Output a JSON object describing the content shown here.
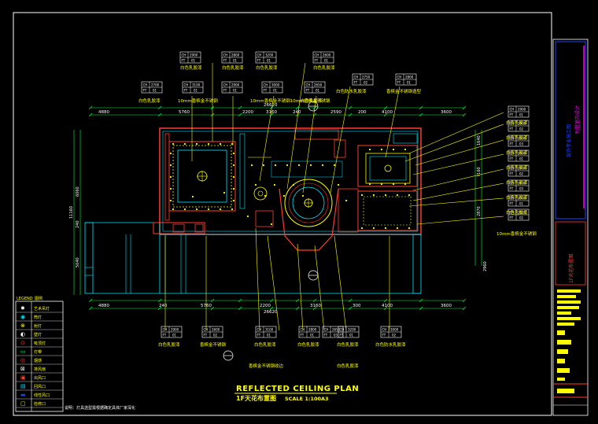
{
  "title": {
    "main": "REFLECTED CEILING PLAN",
    "sub_cn": "1F天花布置图",
    "scale": "SCALE 1:100A3"
  },
  "dimensions": {
    "top_total": "26620",
    "top_segments": [
      "4880",
      "5760",
      "2200",
      "3160",
      "2200",
      "4100",
      "3600"
    ],
    "top_misc": [
      "240",
      "2590",
      "200"
    ],
    "bottom_total": "26620",
    "bottom_segments": [
      "4880",
      "240",
      "5760",
      "2200",
      "3160",
      "300",
      "4100",
      "3600"
    ],
    "left_total": "11160",
    "left_segments": [
      "6060",
      "5040",
      "240"
    ],
    "right_segments": [
      "7160",
      "2870",
      "1640"
    ],
    "right_total": "2960"
  },
  "tag_labels": {
    "ch": "CH",
    "ft": "FT",
    "heights": [
      "2900",
      "2800",
      "3200",
      "2600",
      "2700",
      "3100",
      "3000",
      "2650",
      "2750"
    ],
    "finish_codes": [
      "01",
      "02",
      "03"
    ]
  },
  "notes": {
    "white_latex": "白色乳胶漆",
    "wp_latex": "白色防水乳胶漆",
    "gold_steel": "香槟金不锈钢",
    "gold_steel_10": "10mm香槟金不锈钢",
    "gold_steel_shape": "香槟金不锈钢造型",
    "gold_steel_edge": "香槟金不锈钢收边",
    "gold_steel_double": "10mm香槟金不锈钢10mm香槟金不锈钢",
    "remark": "说明：灯具选型需根据确定具体厂家深化"
  },
  "legend": {
    "header": [
      "LEGEND",
      "图例"
    ],
    "items": [
      {
        "symbol": "downlight-icon",
        "label": "艺术吊灯"
      },
      {
        "symbol": "spotlight-icon",
        "label": "筒灯"
      },
      {
        "symbol": "ceiling-lamp-icon",
        "label": "射灯"
      },
      {
        "symbol": "wall-lamp-icon",
        "label": "壁灯"
      },
      {
        "symbol": "fan-icon",
        "label": "吸顶灯"
      },
      {
        "symbol": "strip-icon",
        "label": "灯带"
      },
      {
        "symbol": "detector-icon",
        "label": "烟感"
      },
      {
        "symbol": "exhaust-icon",
        "label": "排风扇"
      },
      {
        "symbol": "vent-icon",
        "label": "出风口"
      },
      {
        "symbol": "return-icon",
        "label": "回风口"
      },
      {
        "symbol": "linear-icon",
        "label": "线性风口"
      },
      {
        "symbol": "access-icon",
        "label": "检修口"
      }
    ]
  },
  "title_block": {
    "firm": "装饰专业施工图",
    "project": "别墅室内设计",
    "drawing_name": "1F天花布置图"
  },
  "colors": {
    "background": "#000000",
    "border": "#ffffff",
    "wall": "#ff3b30",
    "cyan": "#00e5ff",
    "yellow": "#ffff00",
    "green": "#00ff44",
    "blue": "#2040ff",
    "magenta": "#ff00ff"
  }
}
